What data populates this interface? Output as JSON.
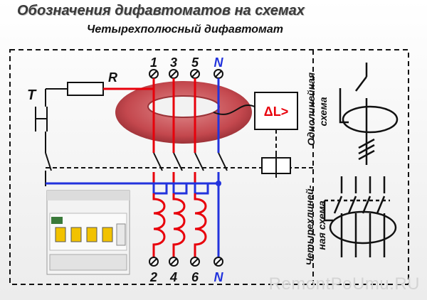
{
  "title": "Обозначения дифавтоматов на схемах",
  "subtitle": "Четырехполюсный дифавтомат",
  "labels": {
    "test": "T",
    "resistor": "R",
    "terminals_top": [
      "1",
      "3",
      "5",
      "N"
    ],
    "terminals_bottom": [
      "2",
      "4",
      "6",
      "N"
    ],
    "relay": "ΔL>"
  },
  "side_labels": {
    "single_line": [
      "Однолинейная",
      "схема"
    ],
    "four_line": [
      "Четырехлиней-",
      "ная схема"
    ]
  },
  "watermark": "RemontPoUmu.RU",
  "colors": {
    "phase": "#e8000b",
    "neutral": "#2233dd",
    "toroid": "#c9555a",
    "wire": "#111111"
  }
}
